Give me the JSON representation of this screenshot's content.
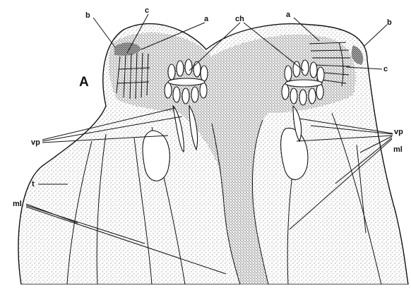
{
  "figure": {
    "panel_letter": "A",
    "labels": {
      "a_left": "a",
      "a_right": "a",
      "b_left": "b",
      "b_right": "b",
      "c_left": "c",
      "c_right": "c",
      "ch": "ch",
      "vp_left": "vp",
      "vp_right": "vp",
      "t": "t",
      "ml_left": "ml",
      "ml_right": "ml"
    }
  }
}
